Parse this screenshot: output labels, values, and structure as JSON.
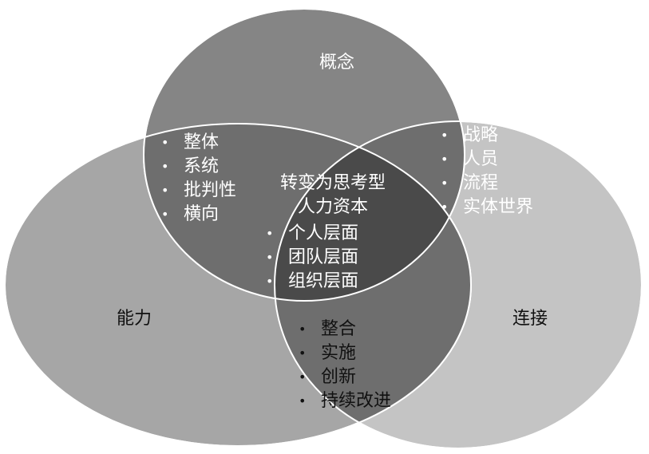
{
  "circles": {
    "top": {
      "label": "概念",
      "color": "#858585"
    },
    "left": {
      "label": "能力",
      "color": "#a6a6a6"
    },
    "right": {
      "label": "连接",
      "color": "#c4c4c4"
    },
    "overlap_color": "#6e6e6e",
    "center_color": "#4a4a4a",
    "stroke_color": "#ffffff"
  },
  "regions": {
    "top_left": [
      "整体",
      "系统",
      "批判性",
      "横向"
    ],
    "top_right": [
      "战略",
      "人员",
      "流程",
      "实体世界"
    ],
    "bottom": [
      "整合",
      "实施",
      "创新",
      "持续改进"
    ],
    "center": {
      "title_line1": "转变为思考型",
      "title_line2": "人力资本",
      "items": [
        "个人层面",
        "团队层面",
        "组织层面"
      ]
    }
  },
  "bullet_glyph": "•"
}
